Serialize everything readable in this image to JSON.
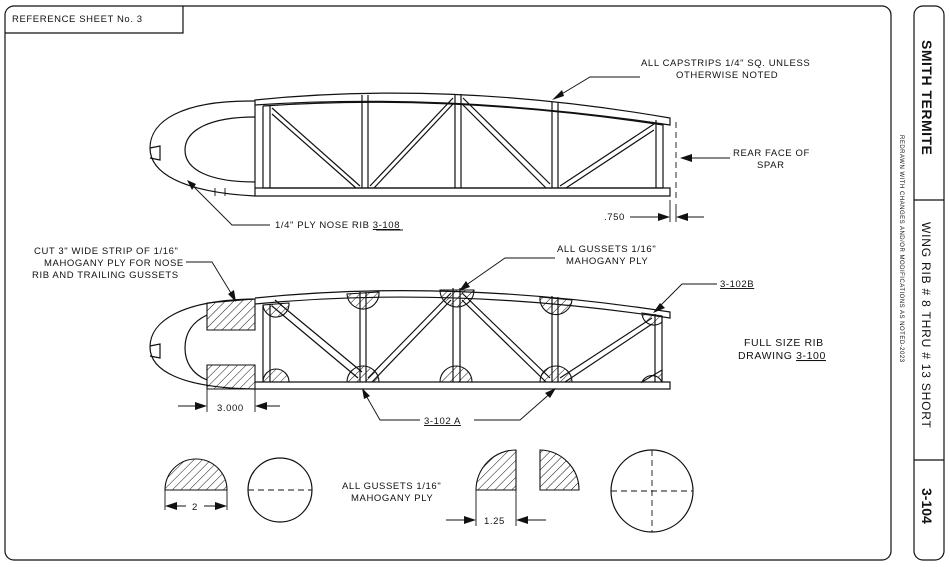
{
  "sheet": {
    "reference": "REFERENCE SHEET No. 3"
  },
  "title_block": {
    "title": "SMITH TERMITE",
    "note": "REDRAWN WITH CHANGES AND/OR MODIFICATIONS AS NOTED-2023",
    "subtitle": "WING RIB # 8 THRU # 13 SHORT",
    "number": "3-104"
  },
  "upper_rib": {
    "capstrip_note": [
      "ALL CAPSTRIPS 1/4\" SQ. UNLESS",
      "OTHERWISE NOTED"
    ],
    "rear_face_note": [
      "REAR FACE OF",
      "SPAR"
    ],
    "dim": ".750",
    "nose_rib_label": "1/4\" PLY NOSE RIB ",
    "nose_rib_ref": "3-108"
  },
  "lower_rib": {
    "strip_note": [
      "CUT 3\" WIDE STRIP OF 1/16\"",
      "MAHOGANY PLY FOR NOSE",
      "RIB AND TRAILING GUSSETS"
    ],
    "gusset_note": [
      "ALL GUSSETS 1/16\"",
      "MAHOGANY PLY"
    ],
    "ref_b": "3-102B",
    "full_size": [
      "FULL SIZE RIB",
      "DRAWING "
    ],
    "full_size_ref": "3-100",
    "dim": "3.000",
    "ref_a": "3-102 A"
  },
  "gusset_details": {
    "note": [
      "ALL GUSSETS 1/16\"",
      "MAHOGANY PLY"
    ],
    "dim_half": "2",
    "dim_quarter": "1.25"
  }
}
